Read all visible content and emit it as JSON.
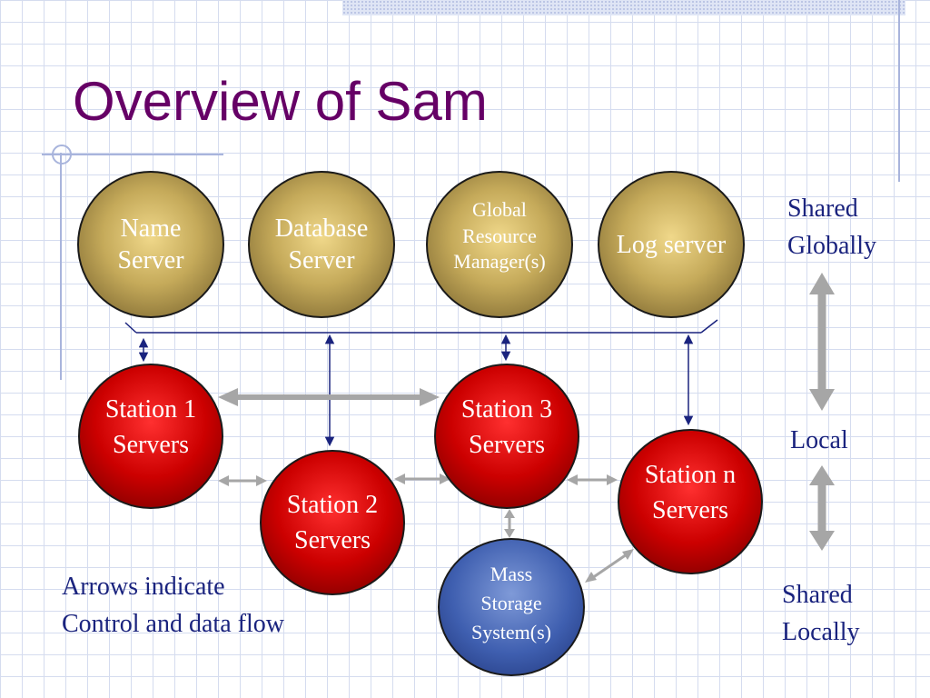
{
  "slide": {
    "title": "Overview of Sam"
  },
  "nodes": {
    "name_server": {
      "line1": "Name",
      "line2": "Server"
    },
    "database_server": {
      "line1": "Database",
      "line2": "Server"
    },
    "global_resource_manager": {
      "line1": "Global",
      "line2": "Resource",
      "line3": "Manager(s)"
    },
    "log_server": {
      "line1": "Log server"
    },
    "station_1": {
      "line1": "Station 1",
      "line2": "Servers"
    },
    "station_2": {
      "line1": "Station 2",
      "line2": "Servers"
    },
    "station_3": {
      "line1": "Station 3",
      "line2": "Servers"
    },
    "station_n": {
      "line1": "Station n",
      "line2": "Servers"
    },
    "mass_storage": {
      "line1": "Mass",
      "line2": "Storage",
      "line3": "System(s)"
    }
  },
  "legend": {
    "shared_globally": {
      "line1": "Shared",
      "line2": "Globally"
    },
    "local": "Local",
    "shared_locally": {
      "line1": "Shared",
      "line2": "Locally"
    }
  },
  "note": {
    "line1": "Arrows indicate",
    "line2": "Control and data flow"
  },
  "colors": {
    "title": "#660066",
    "text": "#1a237e",
    "bus_line": "#1a237e",
    "gray_arrow": "#a6a6a6",
    "gold_node": "#c5aa5a",
    "red_node": "#cc0000",
    "blue_node": "#3f5fb0"
  }
}
